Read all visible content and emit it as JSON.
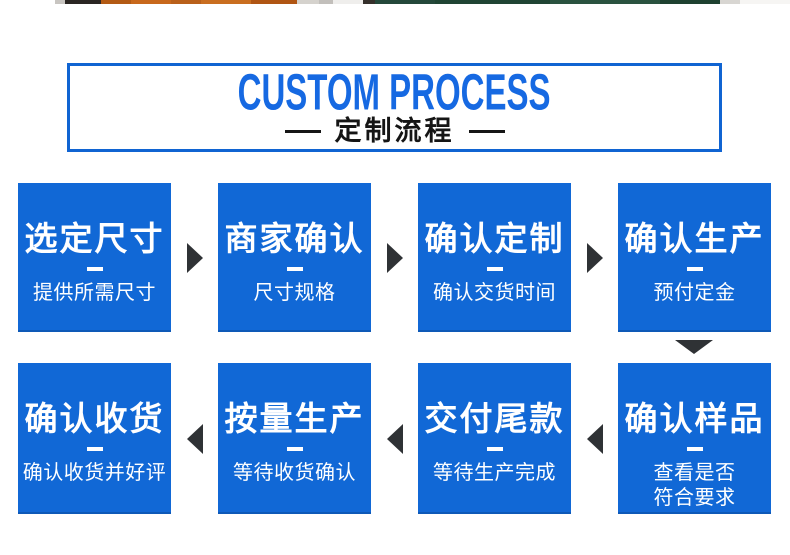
{
  "top_strip": {
    "height": 4,
    "segments": [
      {
        "color": "#ffffff",
        "w": 55
      },
      {
        "color": "#c8c5c1",
        "w": 10
      },
      {
        "color": "#2a2522",
        "w": 36
      },
      {
        "color": "#b35a14",
        "w": 30
      },
      {
        "color": "#c8681c",
        "w": 40
      },
      {
        "color": "#b9601a",
        "w": 30
      },
      {
        "color": "#c96e20",
        "w": 50
      },
      {
        "color": "#b05513",
        "w": 46
      },
      {
        "color": "#d5d2cd",
        "w": 22
      },
      {
        "color": "#c2bfbb",
        "w": 14
      },
      {
        "color": "#efeeec",
        "w": 30
      },
      {
        "color": "#35302b",
        "w": 12
      },
      {
        "color": "#24483a",
        "w": 60
      },
      {
        "color": "#1f4433",
        "w": 115
      },
      {
        "color": "#2a523f",
        "w": 110
      },
      {
        "color": "#1e4130",
        "w": 60
      },
      {
        "color": "#d8d6d2",
        "w": 20
      },
      {
        "color": "#f6f5f3",
        "w": 50
      }
    ]
  },
  "header": {
    "title_en": "CUSTOM PROCESS",
    "title_zh": "定制流程",
    "border_color": "#1064d2",
    "title_en_color": "#1669e2"
  },
  "flow": {
    "box_color": "#1168d6",
    "text_color": "#ffffff",
    "arrow_color": "#2f3235",
    "rows": [
      {
        "arrow_direction": "right",
        "steps": [
          {
            "title": "选定尺寸",
            "subtitle": [
              "提供所需尺寸"
            ]
          },
          {
            "title": "商家确认",
            "subtitle": [
              "尺寸规格"
            ]
          },
          {
            "title": "确认定制",
            "subtitle": [
              "确认交货时间"
            ]
          },
          {
            "title": "确认生产",
            "subtitle": [
              "预付定金"
            ]
          }
        ]
      },
      {
        "arrow_direction": "left",
        "steps": [
          {
            "title": "确认收货",
            "subtitle": [
              "确认收货并好评"
            ]
          },
          {
            "title": "按量生产",
            "subtitle": [
              "等待收货确认"
            ]
          },
          {
            "title": "交付尾款",
            "subtitle": [
              "等待生产完成"
            ]
          },
          {
            "title": "确认样品",
            "subtitle": [
              "查看是否",
              "符合要求"
            ]
          }
        ]
      }
    ],
    "row_connector": {
      "direction": "down",
      "from": "确认生产",
      "to": "确认样品"
    }
  }
}
